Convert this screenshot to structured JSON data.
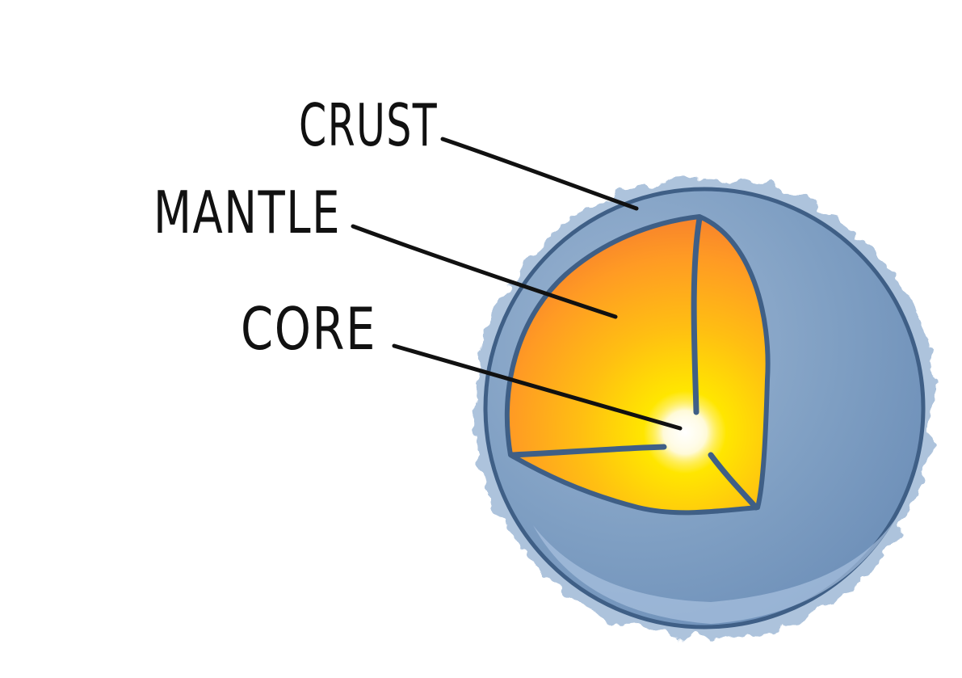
{
  "labels": {
    "crust": "CRUST",
    "mantle": "MANTLE",
    "core": "CORE"
  },
  "colors": {
    "crust_fill": "#7f9fc3",
    "crust_light": "#a7c0dd",
    "crust_outline": "#3f5f86",
    "mantle_outer": "#ef6a34",
    "mantle_mid": "#ffad1c",
    "core_yellow": "#ffe600",
    "core_center": "#fffbe8",
    "leader_line": "#111111",
    "background": "#ffffff"
  },
  "icons": {
    "earth": "earth-cutaway-icon"
  }
}
